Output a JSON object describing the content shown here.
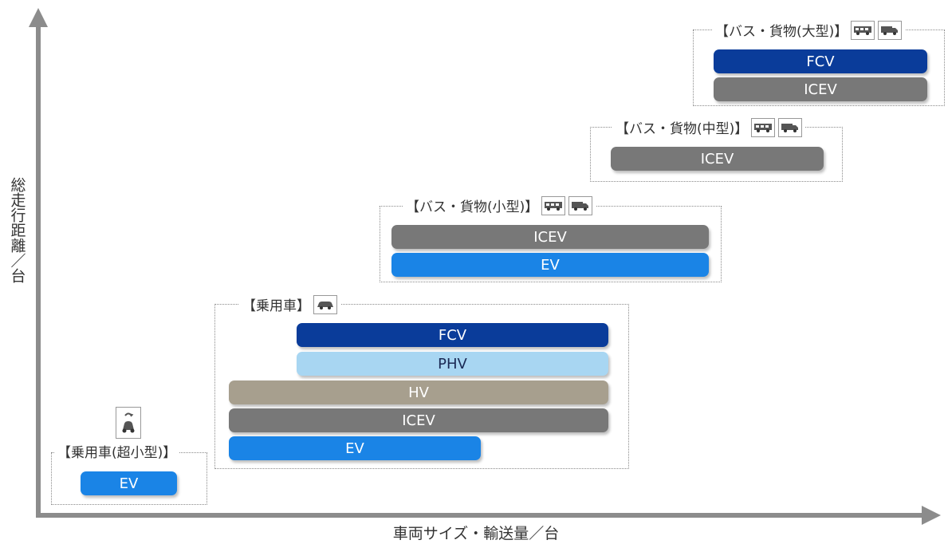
{
  "axes": {
    "y_label": "総走行距離／台",
    "x_label": "車両サイズ・輸送量／台"
  },
  "colors": {
    "FCV": "#0a3c9a",
    "PHV": "#a8d6f2",
    "HV": "#a79f8e",
    "ICEV": "#787878",
    "EV": "#1a84e6"
  },
  "groups": [
    {
      "title": "【乗用車(超小型)】",
      "icons": [
        "micro-car-icon"
      ],
      "bars": [
        "EV"
      ]
    },
    {
      "title": "【乗用車】",
      "icons": [
        "car-icon"
      ],
      "bars": [
        "FCV",
        "PHV",
        "HV",
        "ICEV",
        "EV"
      ]
    },
    {
      "title": "【バス・貨物(小型)】",
      "icons": [
        "bus-icon",
        "truck-icon"
      ],
      "bars": [
        "ICEV",
        "EV"
      ]
    },
    {
      "title": "【バス・貨物(中型)】",
      "icons": [
        "bus-icon",
        "truck-icon"
      ],
      "bars": [
        "ICEV"
      ]
    },
    {
      "title": "【バス・貨物(大型)】",
      "icons": [
        "bus-icon",
        "truck-icon"
      ],
      "bars": [
        "FCV",
        "ICEV"
      ]
    }
  ]
}
